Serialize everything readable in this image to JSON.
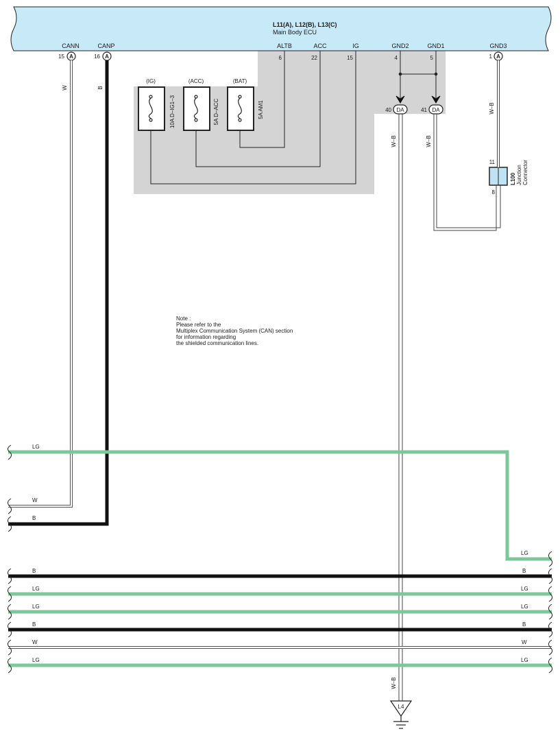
{
  "ecu": {
    "title": "L11(A), L12(B), L13(C)",
    "subtitle": "Main Body ECU",
    "pins": [
      {
        "name": "CANN",
        "number": "15",
        "connector": "A"
      },
      {
        "name": "CANP",
        "number": "16",
        "connector": "A"
      },
      {
        "name": "ALTB",
        "number": "6"
      },
      {
        "name": "ACC",
        "number": "22"
      },
      {
        "name": "IG",
        "number": "15"
      },
      {
        "name": "GND2",
        "number": "4"
      },
      {
        "name": "GND1",
        "number": "5"
      },
      {
        "name": "GND3",
        "number": "1",
        "connector": "A"
      }
    ]
  },
  "fuses": [
    {
      "group": "(IG)",
      "label": "10A D–IG1–3"
    },
    {
      "group": "(ACC)",
      "label": "5A D–ACC"
    },
    {
      "group": "(BAT)",
      "label": "5A AM1"
    }
  ],
  "wires": {
    "cann": "W",
    "canp": "B",
    "gnd2": "W–B",
    "gnd1": "W–B",
    "gnd3": "W–B",
    "ground_bottom": "W–B"
  },
  "ground_connectors": [
    {
      "pin": "40",
      "connector": "DA"
    },
    {
      "pin": "41",
      "connector": "DA"
    }
  ],
  "junction": {
    "id": "L100",
    "name_line1": "Junction",
    "name_line2": "Connector",
    "pin_top": "11",
    "pin_bottom": "8"
  },
  "note": [
    "Note :",
    "Please refer to the",
    "Multiplex Communication System (CAN) section",
    "for information regarding",
    "the shielded communication lines."
  ],
  "left_bus": [
    {
      "label": "LG",
      "color": "#7dc79b"
    },
    {
      "label": "W",
      "color": "#ffffff"
    },
    {
      "label": "B",
      "color": "#111111"
    }
  ],
  "right_bus": {
    "label": "LG",
    "color": "#7dc79b"
  },
  "harness": [
    {
      "left": "B",
      "right": "B",
      "color": "#111111"
    },
    {
      "left": "LG",
      "right": "LG",
      "color": "#7dc79b"
    },
    {
      "left": "LG",
      "right": "LG",
      "color": "#7dc79b"
    },
    {
      "left": "B",
      "right": "B",
      "color": "#111111"
    },
    {
      "left": "W",
      "right": "W",
      "color": "#ffffff"
    },
    {
      "left": "LG",
      "right": "LG",
      "color": "#7dc79b"
    }
  ],
  "ground_point": "L4",
  "colors": {
    "ecu_fill": "#c7e9f8",
    "shade": "#d4d4d4",
    "lg": "#7dc79b",
    "black": "#111111",
    "junction_fill": "#bfe3f3"
  }
}
